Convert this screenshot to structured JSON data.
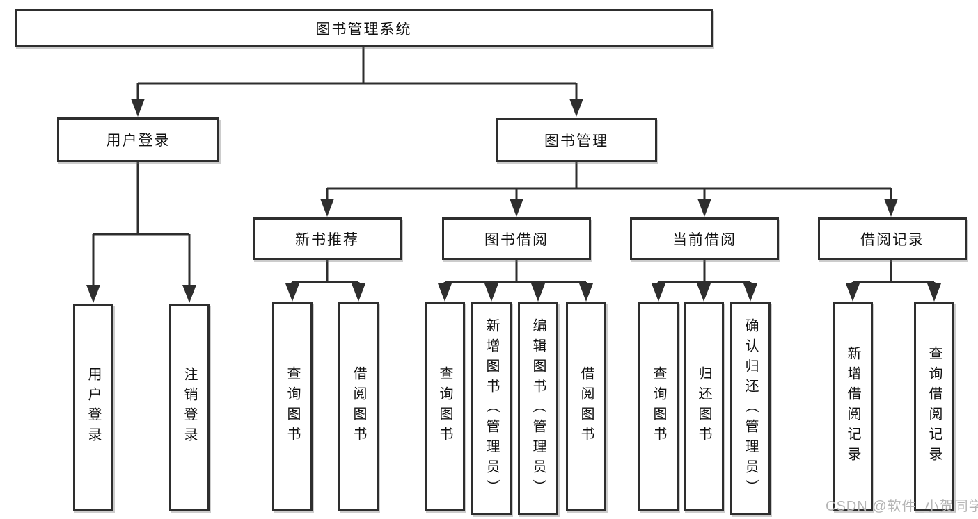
{
  "diagram": {
    "watermark": "CSDN @软件_小贺同学",
    "colors": {
      "line": "#2e2e2e",
      "box_border": "#2e2e2e",
      "box_fill": "#ffffff",
      "text": "#111111",
      "watermark": "#b5b5b5"
    },
    "tree": {
      "label": "图书管理系统",
      "children": [
        {
          "label": "用户登录",
          "children": [
            {
              "label": "用户登录"
            },
            {
              "label": "注销登录"
            }
          ]
        },
        {
          "label": "图书管理",
          "children": [
            {
              "label": "新书推荐",
              "children": [
                {
                  "label": "查询图书"
                },
                {
                  "label": "借阅图书"
                }
              ]
            },
            {
              "label": "图书借阅",
              "children": [
                {
                  "label": "查询图书"
                },
                {
                  "label": "新增图书（管理员）"
                },
                {
                  "label": "编辑图书（管理员）"
                },
                {
                  "label": "借阅图书"
                }
              ]
            },
            {
              "label": "当前借阅",
              "children": [
                {
                  "label": "查询图书"
                },
                {
                  "label": "归还图书"
                },
                {
                  "label": "确认归还（管理员）"
                }
              ]
            },
            {
              "label": "借阅记录",
              "children": [
                {
                  "label": "新增借阅记录"
                },
                {
                  "label": "查询借阅记录"
                }
              ]
            }
          ]
        }
      ]
    }
  }
}
